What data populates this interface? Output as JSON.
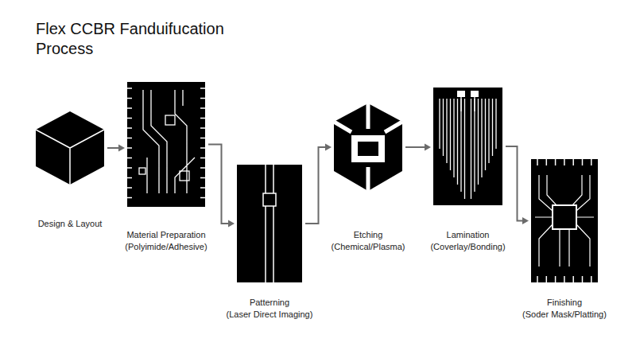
{
  "diagram": {
    "title": "Flex CCBR Fanduifucation Process",
    "nodes": [
      {
        "text": [
          "Design & Layout"
        ]
      },
      {
        "text": [
          "Material Preparation",
          "(Polyimide/Adhesive)"
        ]
      },
      {
        "text": [
          "Patterning",
          "(Laser Direct Imaging)"
        ]
      },
      {
        "text": [
          "Etching",
          "(Chemical/Plasma)"
        ]
      },
      {
        "text": [
          "Lamination",
          "(Coverlay/Bonding)"
        ]
      },
      {
        "text": [
          "Finishing",
          "(Soder Mask/Platting)"
        ]
      }
    ],
    "edges": [
      {
        "from": 0,
        "to": 1,
        "arrow": "to"
      },
      {
        "from": 1,
        "to": 2,
        "arrow": "to"
      },
      {
        "from": 2,
        "to": 3,
        "arrow": "to"
      },
      {
        "from": 3,
        "to": 4,
        "arrow": "to"
      },
      {
        "from": 4,
        "to": 5,
        "arrow": "to"
      }
    ]
  }
}
